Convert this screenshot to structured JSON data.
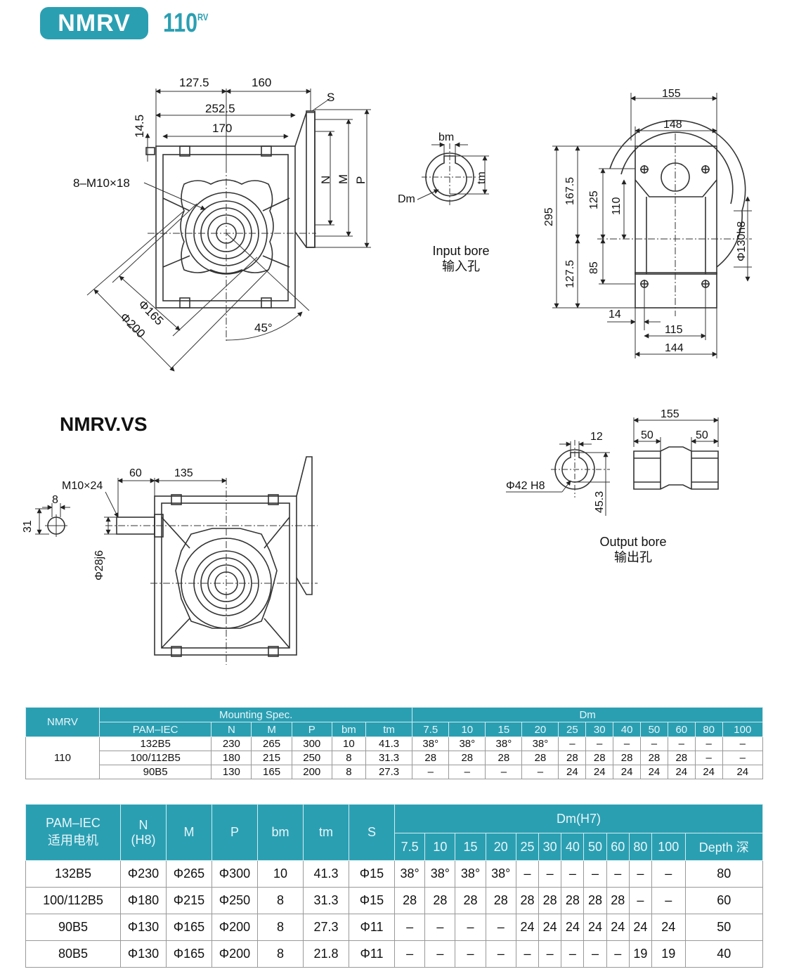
{
  "header": {
    "series": "NMRV",
    "model": "110",
    "model_sup": "RV"
  },
  "drawing_top": {
    "dims": {
      "d127_5": "127.5",
      "d160": "160",
      "d252_5": "252.5",
      "d170": "170",
      "d14_5": "14.5",
      "s": "S",
      "n": "N",
      "m": "M",
      "p": "P",
      "bolts": "8–M10×18",
      "phi165": "Φ165",
      "phi200": "Φ200",
      "angle45": "45°"
    }
  },
  "input_bore": {
    "bm": "bm",
    "tm": "tm",
    "dm": "Dm",
    "label_en": "Input bore",
    "label_cn": "输入孔"
  },
  "side_view": {
    "dims": {
      "d155": "155",
      "d148": "148",
      "d295": "295",
      "d167_5": "167.5",
      "d125": "125",
      "d110": "110",
      "d127_5": "127.5",
      "d85": "85",
      "d14": "14",
      "d115": "115",
      "d144": "144",
      "phi130": "Φ130h8"
    }
  },
  "vs": {
    "heading": "NMRV.VS",
    "dims": {
      "m10x24": "M10×24",
      "d60": "60",
      "d135": "135",
      "d8": "8",
      "d31": "31",
      "phi28": "Φ28j6"
    }
  },
  "output_bore": {
    "dims": {
      "d155": "155",
      "d50a": "50",
      "d50b": "50",
      "d12": "12",
      "phi42": "Φ42 H8",
      "d45_3": "45.3"
    },
    "label_en": "Output bore",
    "label_cn": "输出孔"
  },
  "table1": {
    "nmrv_header": "NMRV",
    "mounting_header": "Mounting Spec.",
    "dm_header": "Dm",
    "sub_headers": [
      "PAM–IEC",
      "N",
      "M",
      "P",
      "bm",
      "tm"
    ],
    "dm_columns": [
      "7.5",
      "10",
      "15",
      "20",
      "25",
      "30",
      "40",
      "50",
      "60",
      "80",
      "100"
    ],
    "size": "110",
    "rows": [
      {
        "cells": [
          "132B5",
          "230",
          "265",
          "300",
          "10",
          "41.3"
        ],
        "dm": [
          "38°",
          "38°",
          "38°",
          "38°",
          "–",
          "–",
          "–",
          "–",
          "–",
          "–",
          "–"
        ]
      },
      {
        "cells": [
          "100/112B5",
          "180",
          "215",
          "250",
          "8",
          "31.3"
        ],
        "dm": [
          "28",
          "28",
          "28",
          "28",
          "28",
          "28",
          "28",
          "28",
          "28",
          "–",
          "–"
        ]
      },
      {
        "cells": [
          "90B5",
          "130",
          "165",
          "200",
          "8",
          "27.3"
        ],
        "dm": [
          "–",
          "–",
          "–",
          "–",
          "24",
          "24",
          "24",
          "24",
          "24",
          "24",
          "24"
        ]
      }
    ]
  },
  "table2": {
    "headers": {
      "pam_en": "PAM–IEC",
      "pam_cn": "适用电机",
      "n": "N",
      "n_sub": "(H8)",
      "m": "M",
      "p": "P",
      "bm": "bm",
      "tm": "tm",
      "s": "S",
      "dm": "Dm(H7)",
      "depth": "Depth 深"
    },
    "dm_columns": [
      "7.5",
      "10",
      "15",
      "20",
      "25",
      "30",
      "40",
      "50",
      "60",
      "80",
      "100"
    ],
    "rows": [
      {
        "cells": [
          "132B5",
          "Φ230",
          "Φ265",
          "Φ300",
          "10",
          "41.3",
          "Φ15"
        ],
        "dm": [
          "38°",
          "38°",
          "38°",
          "38°",
          "–",
          "–",
          "–",
          "–",
          "–",
          "–",
          "–"
        ],
        "depth": "80"
      },
      {
        "cells": [
          "100/112B5",
          "Φ180",
          "Φ215",
          "Φ250",
          "8",
          "31.3",
          "Φ15"
        ],
        "dm": [
          "28",
          "28",
          "28",
          "28",
          "28",
          "28",
          "28",
          "28",
          "28",
          "–",
          "–"
        ],
        "depth": "60"
      },
      {
        "cells": [
          "90B5",
          "Φ130",
          "Φ165",
          "Φ200",
          "8",
          "27.3",
          "Φ11"
        ],
        "dm": [
          "–",
          "–",
          "–",
          "–",
          "24",
          "24",
          "24",
          "24",
          "24",
          "24",
          "24"
        ],
        "depth": "50"
      },
      {
        "cells": [
          "80B5",
          "Φ130",
          "Φ165",
          "Φ200",
          "8",
          "21.8",
          "Φ11"
        ],
        "dm": [
          "–",
          "–",
          "–",
          "–",
          "–",
          "–",
          "–",
          "–",
          "–",
          "19",
          "19"
        ],
        "depth": "40"
      }
    ]
  }
}
